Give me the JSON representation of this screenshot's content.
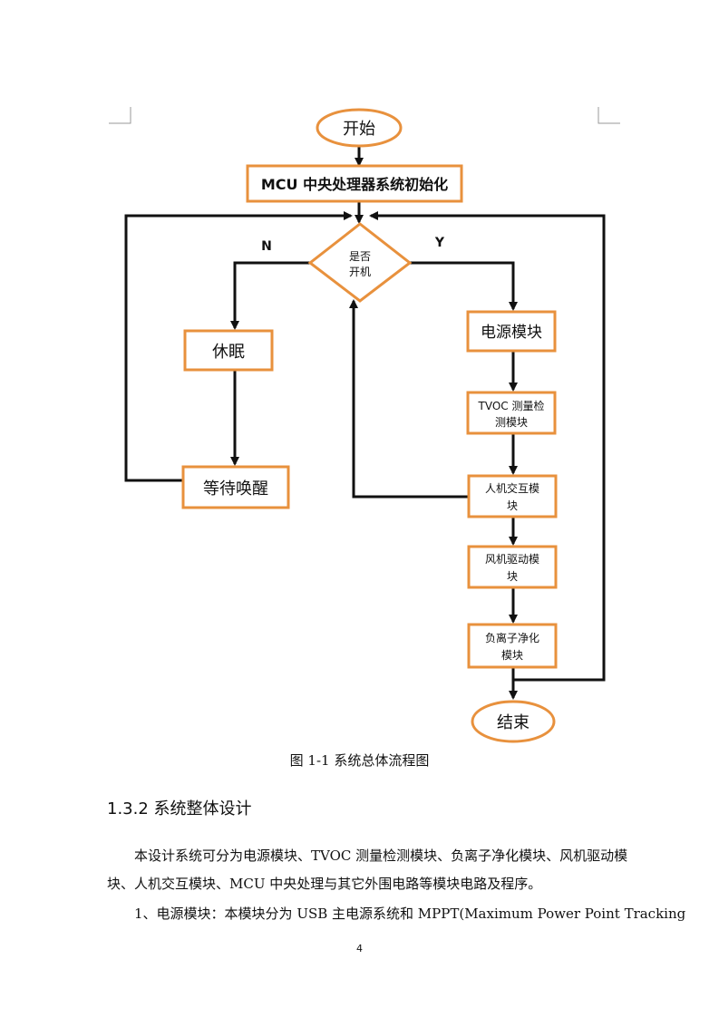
{
  "figure": {
    "nodes": {
      "start": "开始",
      "init": "MCU 中央处理器系统初始化",
      "decision_line1": "是否",
      "decision_line2": "开机",
      "branch_no": "N",
      "branch_yes": "Y",
      "sleep": "休眠",
      "wait_wake": "等待唤醒",
      "power": "电源模块",
      "tvoc_line1": "TVOC 测量检",
      "tvoc_line2": "测模块",
      "hmi_line1": "人机交互模",
      "hmi_line2": "块",
      "fan_line1": "风机驱动模",
      "fan_line2": "块",
      "ion_line1": "负离子净化",
      "ion_line2": "模块",
      "end": "结束"
    },
    "caption": "图 1-1 系统总体流程图"
  },
  "section": {
    "heading": "1.3.2 系统整体设计",
    "paragraph1": "本设计系统可分为电源模块、TVOC 测量检测模块、负离子净化模块、风机驱动模块、人机交互模块、MCU 中央处理与其它外围电路等模块电路及程序。",
    "paragraph2": "1、电源模块：本模块分为 USB 主电源系统和 MPPT(Maximum Power Point Tracking"
  },
  "page_number": "4",
  "colors": {
    "box_border": "#e8913d",
    "line": "#111111",
    "text": "#111111"
  }
}
